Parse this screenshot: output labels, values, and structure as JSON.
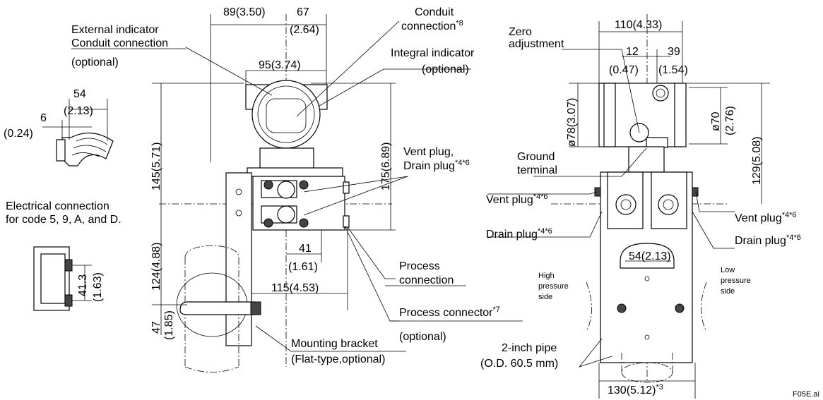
{
  "labels": {
    "external_indicator": "External indicator",
    "conduit_connection_left": "Conduit connection",
    "optional_left": "(optional)",
    "conduit_connection_top": "Conduit",
    "conduit_connection_top2": "connection",
    "conduit_note": "*8",
    "integral_indicator": "Integral indicator",
    "integral_optional": "(optional)",
    "zero_adjustment_1": "Zero",
    "zero_adjustment_2": "adjustment",
    "ground_terminal_1": "Ground",
    "ground_terminal_2": "terminal",
    "vent_plug_drain_1": "Vent plug,",
    "vent_plug_drain_2": "Drain plug",
    "vent_drain_note": "*4*6",
    "vent_plug_left": "Vent plug",
    "vent_plug_left_note": "*4*6",
    "vent_plug_right": "Vent plug",
    "vent_plug_right_note": "*4*6",
    "drain_plug_left": "Drain plug",
    "drain_plug_left_note": "*4*6",
    "drain_plug_right": "Drain plug",
    "drain_plug_right_note": "*4*6",
    "electrical_connection_1": "Electrical connection",
    "electrical_connection_2": "for code 5, 9, A, and D.",
    "process_connection_1": "Process",
    "process_connection_2": "connection",
    "process_connector": "Process connector",
    "process_connector_note": "*7",
    "process_connector_optional": "(optional)",
    "mounting_bracket_1": "Mounting bracket",
    "mounting_bracket_2": "(Flat-type,optional)",
    "pipe_1": "2-inch pipe",
    "pipe_2": "(O.D. 60.5 mm)",
    "high_pressure_1": "High",
    "high_pressure_2": "pressure",
    "high_pressure_3": "side",
    "low_pressure_1": "Low",
    "low_pressure_2": "pressure",
    "low_pressure_3": "side",
    "figure_id": "F05E.ai"
  },
  "dimensions": {
    "d54": "54",
    "d54in": "(2.13)",
    "d6": "6",
    "d6in": "(0.24)",
    "d89": "89(3.50)",
    "d67": "67",
    "d67in": "(2.64)",
    "d95": "95(3.74)",
    "d145": "145(5.71)",
    "d175": "175(6.89)",
    "d124": "124(4.88)",
    "d47": "47",
    "d47in": "(1.85)",
    "d41": "41",
    "d41in": "(1.61)",
    "d115": "115(4.53)",
    "d41_3": "41.3",
    "d41_3in": "(1.63)",
    "d110": "110(4.33)",
    "d12": "12",
    "d12in": "(0.47)",
    "d39": "39",
    "d39in": "(1.54)",
    "d78": "ø78(3.07)",
    "d70": "ø70",
    "d70in": "(2.76)",
    "d129": "129(5.08)",
    "d54b": "54(2.13)",
    "d130": "130(5.12)",
    "d130note": "*3"
  }
}
